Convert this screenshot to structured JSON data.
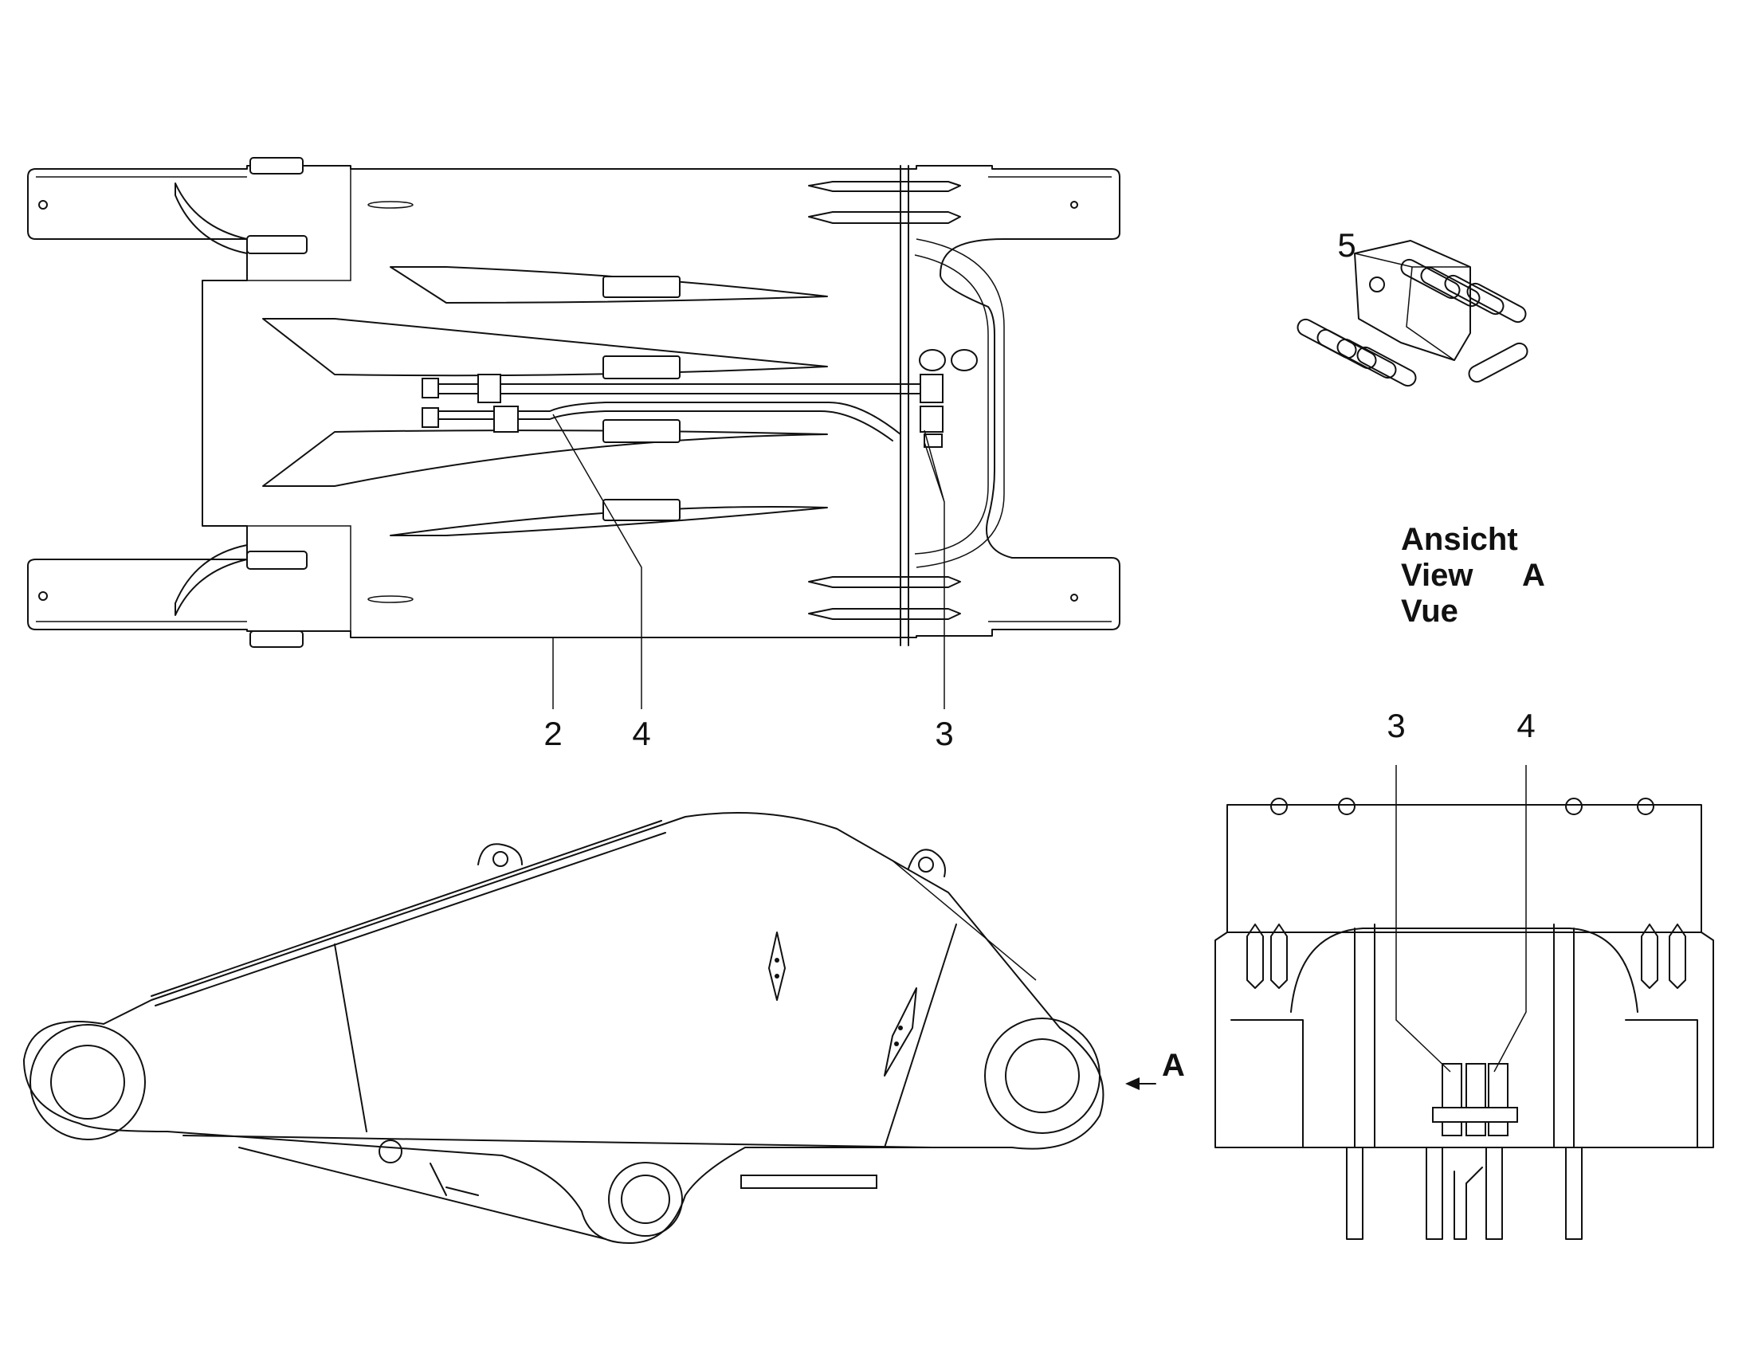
{
  "callouts": {
    "item_2": "2",
    "item_4_top": "4",
    "item_3_top": "3",
    "item_5": "5",
    "item_3_view": "3",
    "item_4_view": "4"
  },
  "view_label": {
    "line1": "Ansicht",
    "line2": "View",
    "line2_letter": "A",
    "line3": "Vue"
  },
  "view_arrow_letter": "A",
  "colors": {
    "line": "#111111",
    "background": "#ffffff"
  }
}
